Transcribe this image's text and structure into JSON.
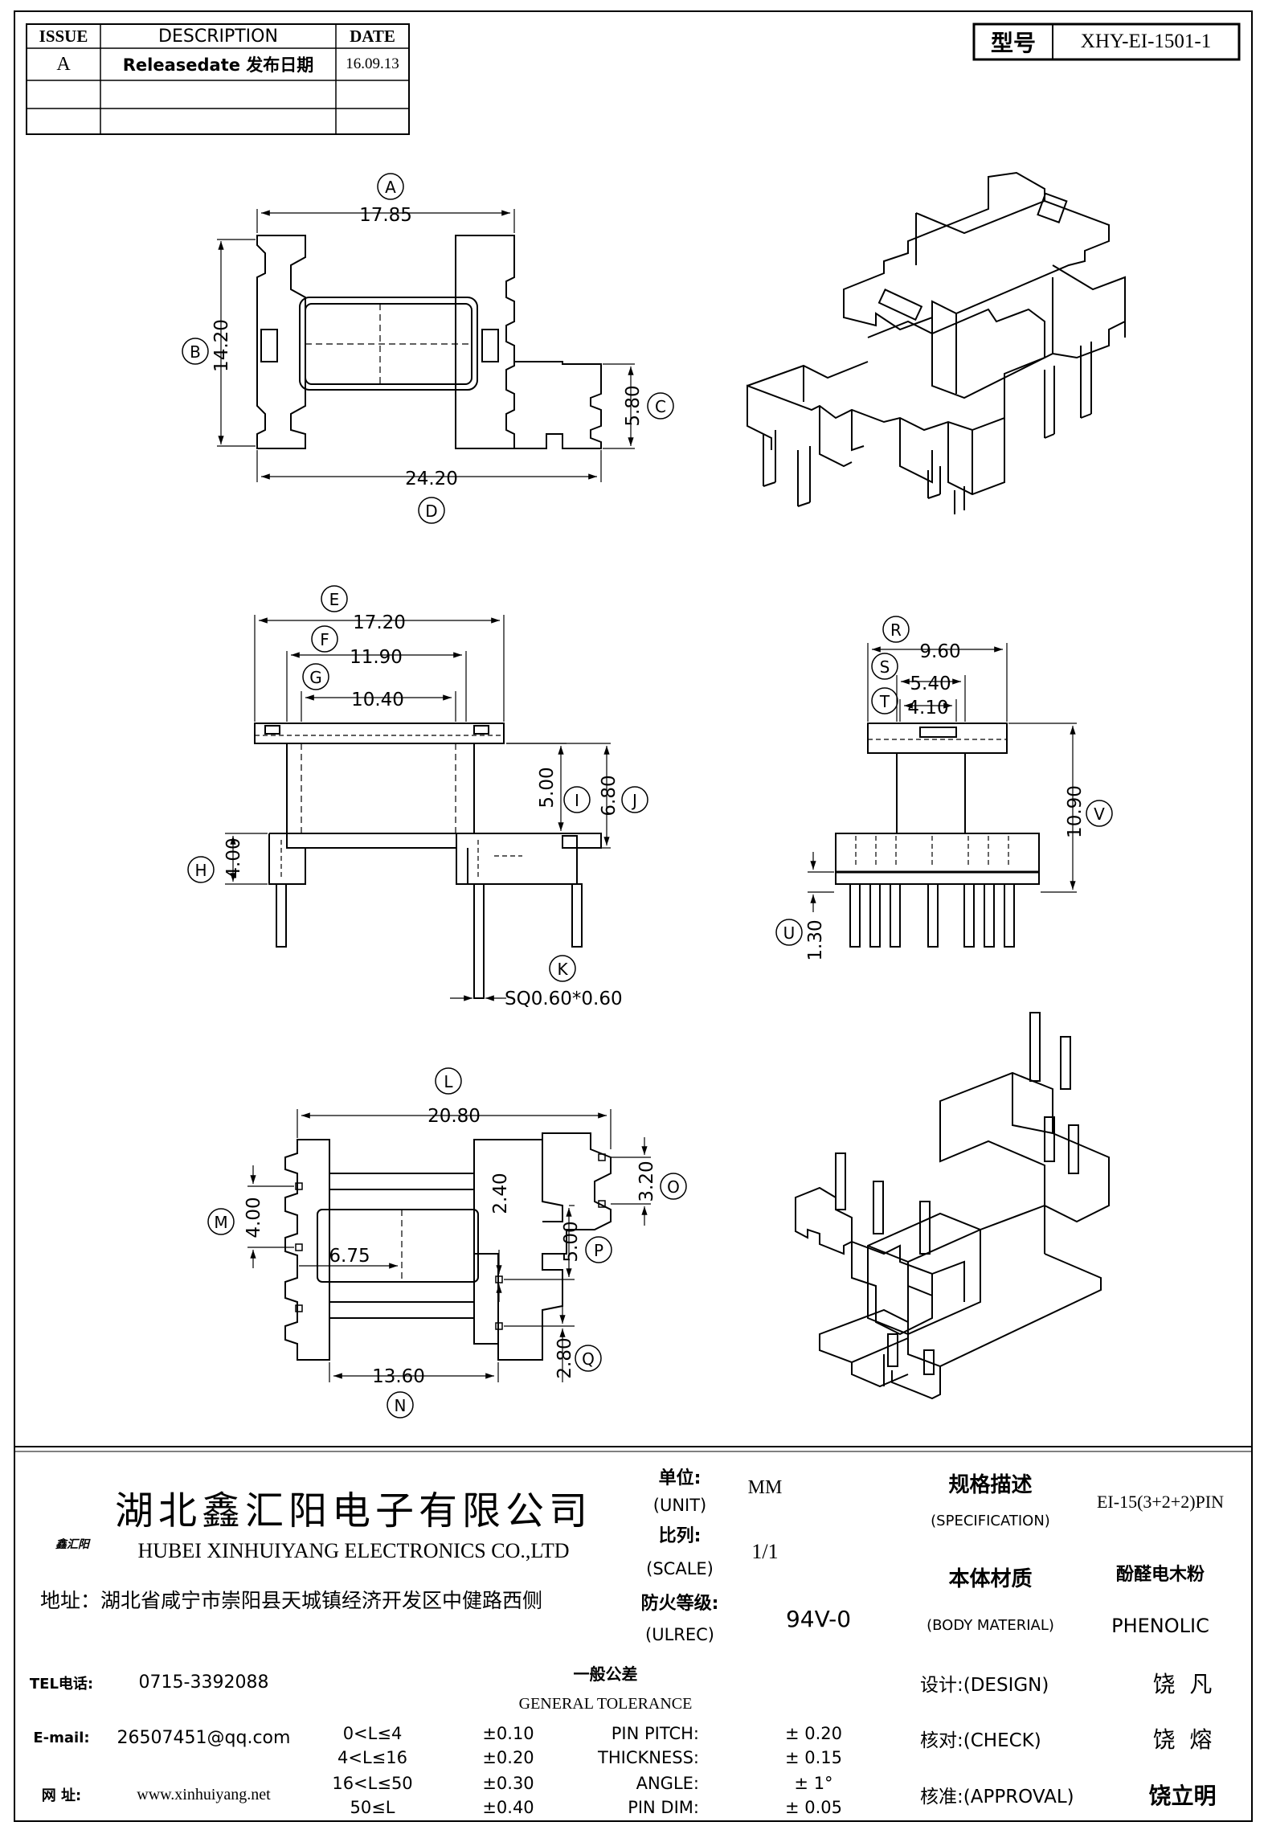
{
  "revision_table": {
    "headers": [
      "ISSUE",
      "DESCRIPTION",
      "DATE"
    ],
    "rows": [
      {
        "issue": "A",
        "description": "Releasedate 发布日期",
        "date": "16.09.13"
      }
    ]
  },
  "model": {
    "label": "型号",
    "value": "XHY-EI-1501-1"
  },
  "dimensions": {
    "A": "17.85",
    "B": "14.20",
    "C": "5.80",
    "D": "24.20",
    "E": "17.20",
    "F": "11.90",
    "G": "10.40",
    "H": "4.00",
    "I": "5.00",
    "J": "6.80",
    "K": "SQ0.60*0.60",
    "R": "9.60",
    "S": "5.40",
    "T": "4.10",
    "U": "1.30",
    "V": "10.90",
    "L": "20.80",
    "M": "4.00",
    "N": "13.60",
    "O": "3.20",
    "P": "5.00",
    "Q": "2.80",
    "inner_675": "6.75",
    "inner_240": "2.40"
  },
  "company": {
    "name_cn": "湖北鑫汇阳电子有限公司",
    "name_en": "HUBEI XINHUIYANG ELECTRONICS CO.,LTD",
    "logo_text": "鑫汇阳",
    "address": "地址：湖北省咸宁市崇阳县天城镇经济开发区中健路西侧"
  },
  "title_block": {
    "unit_label": "单位:",
    "unit_en": "(UNIT)",
    "unit_value": "MM",
    "scale_label": "比列:",
    "scale_en": "(SCALE)",
    "scale_value": "1/1",
    "fire_label": "防火等级:",
    "fire_en": "(ULREC)",
    "fire_value": "94V-0",
    "spec_label": "规格描述",
    "spec_en": "(SPECIFICATION)",
    "spec_value": "EI-15(3+2+2)PIN",
    "material_label": "本体材质",
    "material_en": "(BODY MATERIAL)",
    "material_cn": "酚醛电木粉",
    "material_value": "PHENOLIC"
  },
  "contact": {
    "tel_label": "TEL电话:",
    "tel": "0715-3392088",
    "email_label": "E-mail:",
    "email": "26507451@qq.com",
    "web_label": "网  址:",
    "web": "www.xinhuiyang.net"
  },
  "tolerance": {
    "title_cn": "一般公差",
    "title_en": "GENERAL TOLERANCE",
    "rows": [
      {
        "range": "0<L≤4",
        "tol": "±0.10",
        "item": "PIN PITCH:",
        "value": "± 0.20"
      },
      {
        "range": "4<L≤16",
        "tol": "±0.20",
        "item": "THICKNESS:",
        "value": "± 0.15"
      },
      {
        "range": "16<L≤50",
        "tol": "±0.30",
        "item": "ANGLE:",
        "value": "± 1°"
      },
      {
        "range": "50≤L",
        "tol": "±0.40",
        "item": "PIN DIM:",
        "value": "± 0.05"
      }
    ]
  },
  "approvals": {
    "design_label": "设计:(DESIGN)",
    "design": "饶  凡",
    "check_label": "核对:(CHECK)",
    "check": "饶  熔",
    "approval_label": "核准:(APPROVAL)",
    "approval": "饶立明"
  }
}
